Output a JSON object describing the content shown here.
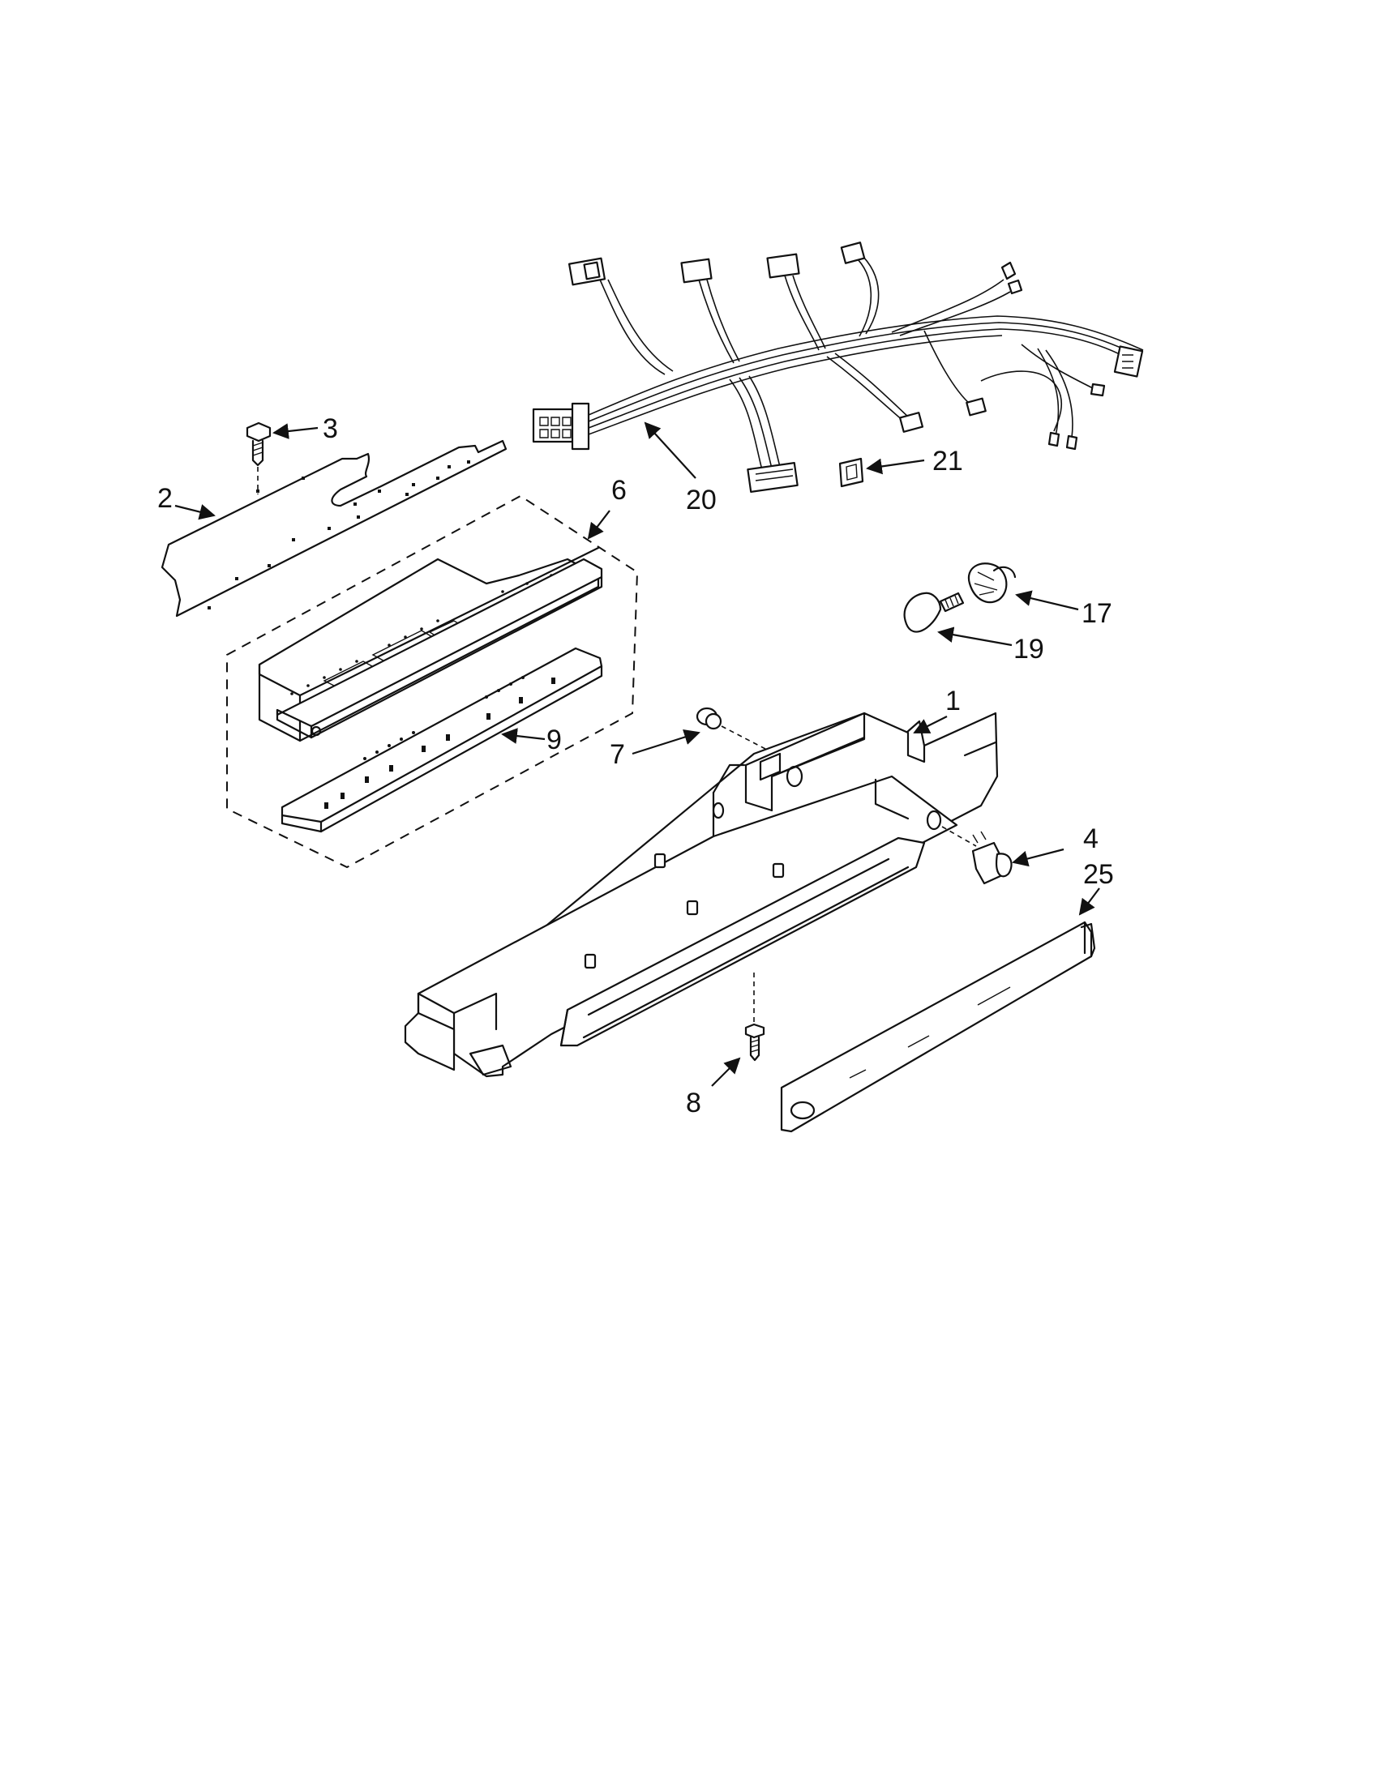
{
  "colors": {
    "line": "#111111",
    "background": "#ffffff"
  },
  "labels": [
    {
      "id": "1",
      "text": "1"
    },
    {
      "id": "2",
      "text": "2"
    },
    {
      "id": "3",
      "text": "3"
    },
    {
      "id": "4",
      "text": "4"
    },
    {
      "id": "6",
      "text": "6"
    },
    {
      "id": "7",
      "text": "7"
    },
    {
      "id": "8",
      "text": "8"
    },
    {
      "id": "9",
      "text": "9"
    },
    {
      "id": "17",
      "text": "17"
    },
    {
      "id": "19",
      "text": "19"
    },
    {
      "id": "20",
      "text": "20"
    },
    {
      "id": "21",
      "text": "21"
    },
    {
      "id": "25",
      "text": "25"
    }
  ]
}
